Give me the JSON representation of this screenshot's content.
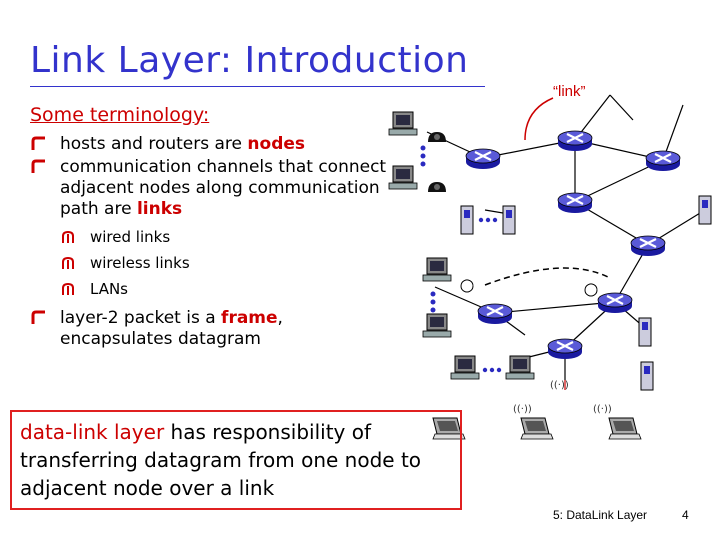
{
  "slide": {
    "title": "Link Layer: Introduction",
    "subtitle": "Some terminology:",
    "bullets": [
      {
        "pre": "hosts and routers are ",
        "kw": "nodes",
        "post": ""
      },
      {
        "pre": "communication channels that connect adjacent nodes along communication path are ",
        "kw": "links",
        "post": ""
      },
      {
        "pre": "layer-2 packet is a ",
        "kw": "frame",
        "post": ", encapsulates datagram"
      }
    ],
    "sub_bullets": [
      "wired links",
      "wireless links",
      "LANs"
    ],
    "box": {
      "kw": "data-link layer",
      "rest": " has responsibility of transferring datagram from one node to adjacent node over a link"
    },
    "diagram": {
      "link_label": "“link”"
    },
    "footer": {
      "course": "5: DataLink Layer",
      "page": "4"
    }
  },
  "colors": {
    "title": "#3333cc",
    "accent": "#cc0000",
    "box_border": "#e02020",
    "router": "#1a1aa0"
  },
  "icons": [
    "bullet-marker-icon",
    "sub-bullet-marker-icon",
    "router-icon",
    "host-pc-icon",
    "phone-icon",
    "server-icon",
    "laptop-icon",
    "wireless-access-point-icon"
  ]
}
